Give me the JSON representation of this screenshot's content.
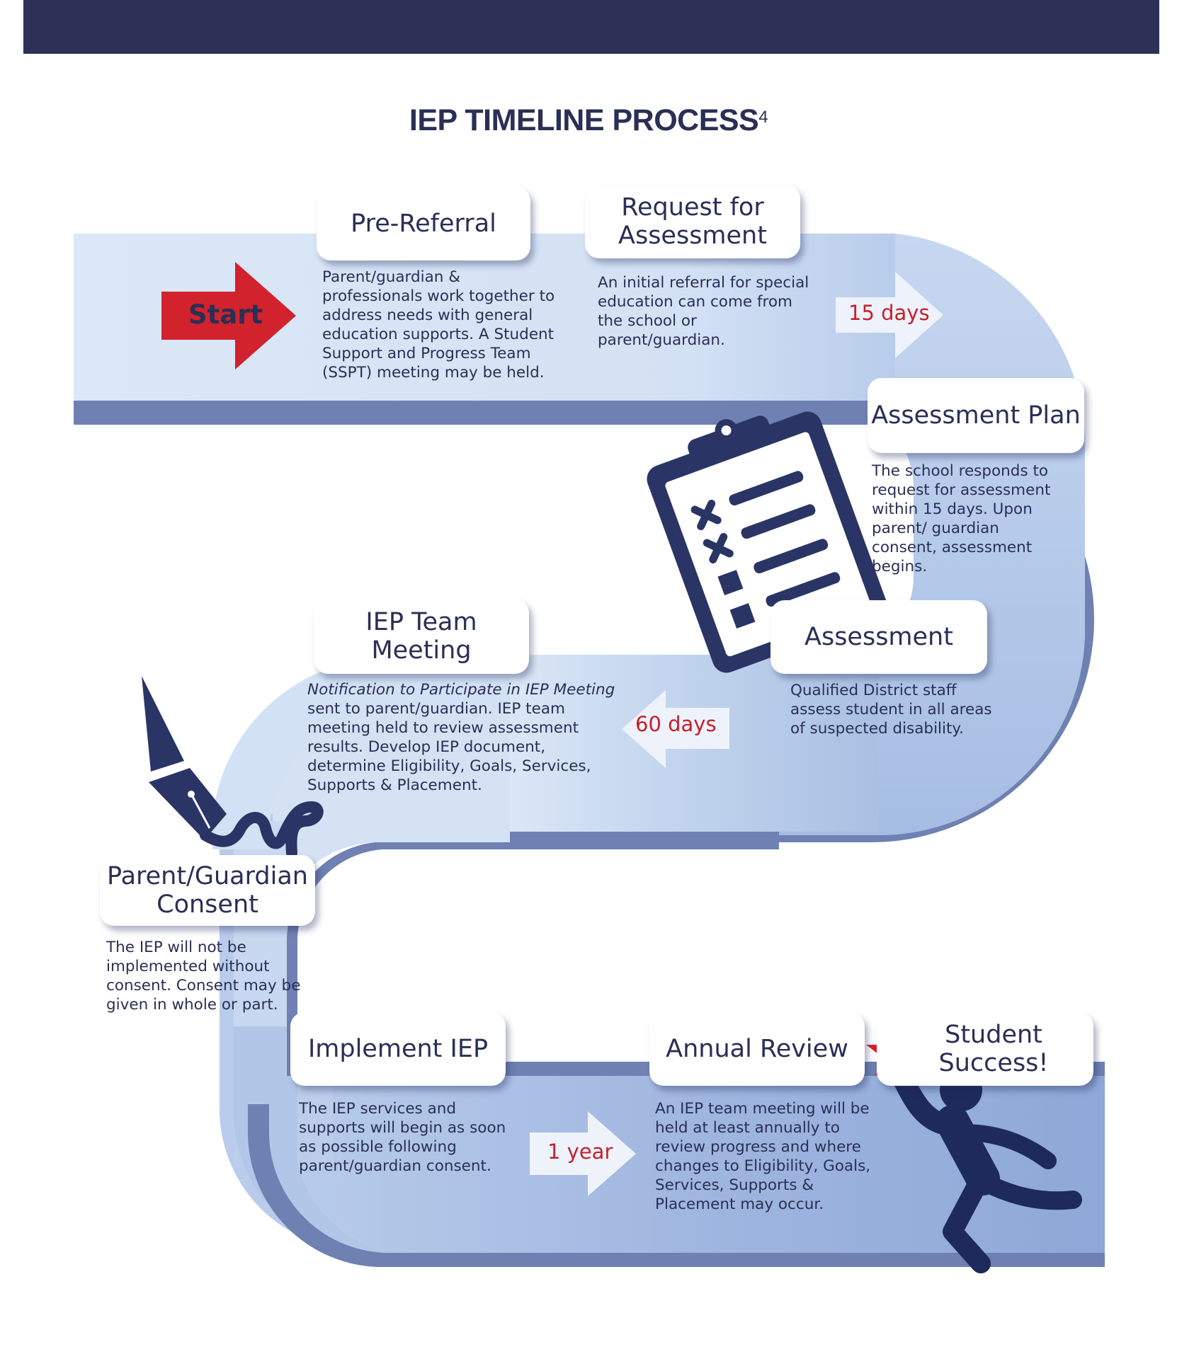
{
  "header": {
    "title": "IEP TIMELINE PROCESS",
    "footnote": "4"
  },
  "start": {
    "label": "Start"
  },
  "steps": [
    {
      "title": "Pre-Referral",
      "text": "Parent/guardian & professionals work together to address needs with general education supports. A Student Support and Progress Team (SSPT) meeting may be held."
    },
    {
      "title": "Request for Assessment",
      "text": "An initial referral for special education can come from the school or parent/guardian."
    },
    {
      "title": "Assessment Plan",
      "text": "The school responds to request for assessment within 15 days. Upon parent/ guardian consent, assessment begins."
    },
    {
      "title": "Assessment",
      "text": "Qualified District staff assess student in all areas of suspected disability."
    },
    {
      "title": "IEP Team Meeting",
      "text_italic": "Notification to Participate in IEP Meeting",
      "text": " sent to parent/guardian. IEP team meeting held to review assessment results. Develop IEP document, determine Eligibility, Goals, Services, Supports & Placement."
    },
    {
      "title": "Parent/Guardian Consent",
      "text": "The IEP will not be implemented without consent. Consent may be given in whole or part."
    },
    {
      "title": "Implement IEP",
      "text": "The IEP services and supports will begin as soon as possible following parent/guardian consent."
    },
    {
      "title": "Annual Review",
      "text": "An IEP team meeting will be held at least annually to review progress and where changes to Eligibility, Goals, Services, Supports & Placement may occur."
    },
    {
      "title": "Student Success!"
    }
  ],
  "durations": {
    "d1": "15 days",
    "d2": "60 days",
    "d3": "1 year"
  },
  "icons": [
    "clipboard-icon",
    "fountain-pen-icon",
    "star-icon",
    "student-figure-icon",
    "arrow-icon"
  ],
  "colors": {
    "header": "#2d3158",
    "navy": "#2a2f55",
    "red": "#d1222d",
    "road_light": "#dbe7f6",
    "road_mid": "#a9bfe2",
    "road_shadow": "#6f80b2"
  }
}
